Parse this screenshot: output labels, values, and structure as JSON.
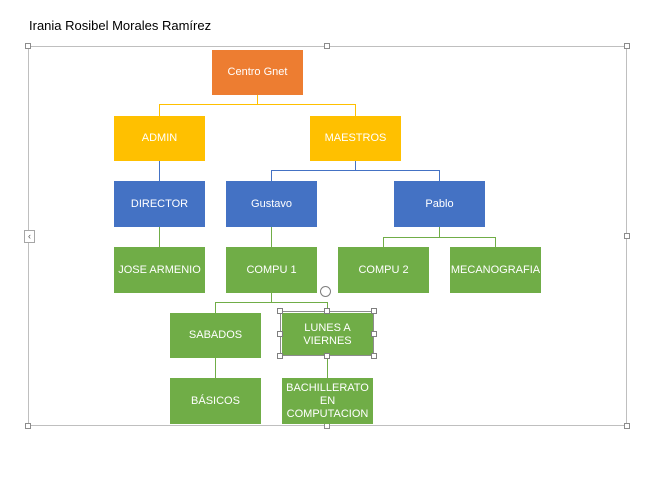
{
  "author": "Irania Rosibel Morales Ramírez",
  "nodes": {
    "root": "Centro Gnet",
    "admin": "ADMIN",
    "maestros": "MAESTROS",
    "director": "DIRECTOR",
    "gustavo": "Gustavo",
    "pablo": "Pablo",
    "jose": "JOSE ARMENIO",
    "compu1": "COMPU 1",
    "compu2": "COMPU 2",
    "mecanografia": "MECANOGRAFIA",
    "sabados": "SABADOS",
    "lunes": "LUNES A VIERNES",
    "basicos": "BÁSICOS",
    "bachillerato": "BACHILLERATO EN COMPUTACION"
  },
  "colors": {
    "root": "#ed7d31",
    "level1": "#ffc000",
    "level2": "#4472c4",
    "level3": "#70ad47"
  }
}
